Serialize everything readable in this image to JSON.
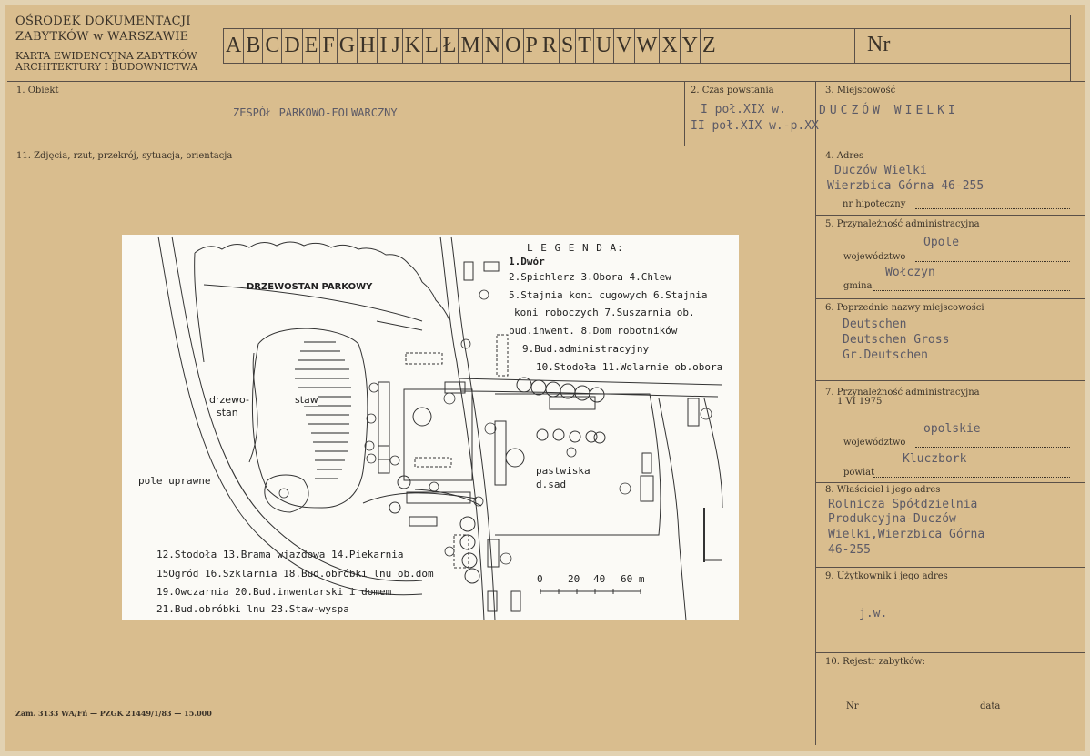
{
  "header": {
    "institution_1": "OŚRODEK DOKUMENTACJI",
    "institution_2": "ZABYTKÓW w WARSZAWIE",
    "card_title_1": "KARTA EWIDENCYJNA ZABYTKÓW",
    "card_title_2": "ARCHITEKTURY I BUDOWNICTWA",
    "alphabet": [
      "A",
      "B",
      "C",
      "D",
      "E",
      "F",
      "G",
      "H",
      "I",
      "J",
      "K",
      "L",
      "Ł",
      "M",
      "N",
      "O",
      "P",
      "R",
      "S",
      "T",
      "U",
      "V",
      "W",
      "X",
      "Y",
      "Z"
    ],
    "nr_label": "Nr"
  },
  "fields": {
    "obiekt_label": "1. Obiekt",
    "obiekt_value": "ZESPÓŁ   PARKOWO-FOLWARCZNY",
    "czas_label": "2. Czas powstania",
    "czas_value_1": "I poł.XIX w.",
    "czas_value_2": "II poł.XIX w.-p.XX",
    "miejscowosc_label": "3. Miejscowość",
    "miejscowosc_value": "DUCZÓW WIELKI",
    "zdjecia_label": "11. Zdjęcia, rzut, przekrój, sytuacja, orientacja",
    "adres_label": "4. Adres",
    "adres_value_1": "Duczów Wielki",
    "adres_value_2": "Wierzbica Górna 46-255",
    "hipoteczny_label": "nr hipoteczny",
    "przynaleznosc_label": "5. Przynależność administracyjna",
    "wojewodztwo_label": "województwo",
    "wojewodztwo_value": "Opole",
    "gmina_label": "gmina",
    "gmina_value": "Wołczyn",
    "poprzednie_label": "6. Poprzednie nazwy miejscowości",
    "poprzednie_1": "Deutschen",
    "poprzednie_2": "Deutschen Gross",
    "poprzednie_3": "Gr.Deutschen",
    "przyn1975_label_1": "7. Przynależność administracyjna",
    "przyn1975_label_2": "1 VI 1975",
    "woj1975_label": "województwo",
    "woj1975_value": "opolskie",
    "powiat_label": "powiat",
    "powiat_value": "Kluczbork",
    "wlasciciel_label": "8. Właściciel i jego adres",
    "wlasciciel_1": "Rolnicza Spółdzielnia",
    "wlasciciel_2": "Produkcyjna-Duczów",
    "wlasciciel_3": "Wielki,Wierzbica Górna",
    "wlasciciel_4": "46-255",
    "uzytkownik_label": "9. Użytkownik i jego adres",
    "uzytkownik_value": "j.w.",
    "rejestr_label": "10. Rejestr zabytków:",
    "nr_label": "Nr",
    "data_label": "data",
    "footer_print": "Zam. 3133 WA/Fń — PZGK 21449/1/83 — 15.000"
  },
  "map": {
    "legend_title": "L E G E N D A:",
    "legend_1": "1.Dwór",
    "legend_2": "2.Spichlerz  3.Obora  4.Chlew",
    "legend_3": "5.Stajnia koni cugowych 6.Stajnia",
    "legend_4": "koni roboczych  7.Suszarnia ob.",
    "legend_5": "bud.inwent.  8.Dom robotników",
    "legend_6": "9.Bud.administracyjny",
    "legend_7": "10.Stodoła  11.Wolarnie ob.obora",
    "legend_8": "12.Stodoła  13.Brama wjazdowa  14.Piekarnia",
    "legend_9": "15Ogród  16.Szklarnia 18.Bud.obróbki lnu ob.dom",
    "legend_10": "19.Owczarnia  20.Bud.inwentarski i domem",
    "legend_11": "21.Bud.obróbki lnu  23.Staw-wyspa",
    "label_park": "DRZEWOSTAN PARKOWY",
    "label_drzewostan_1": "drzewo-",
    "label_drzewostan_2": "stan",
    "label_staw": "staw",
    "label_pole": "pole uprawne",
    "label_pastwiska_1": "pastwiska",
    "label_pastwiska_2": "d.sad",
    "scale_0": "0",
    "scale_20": "20",
    "scale_40": "40",
    "scale_60": "60 m"
  }
}
